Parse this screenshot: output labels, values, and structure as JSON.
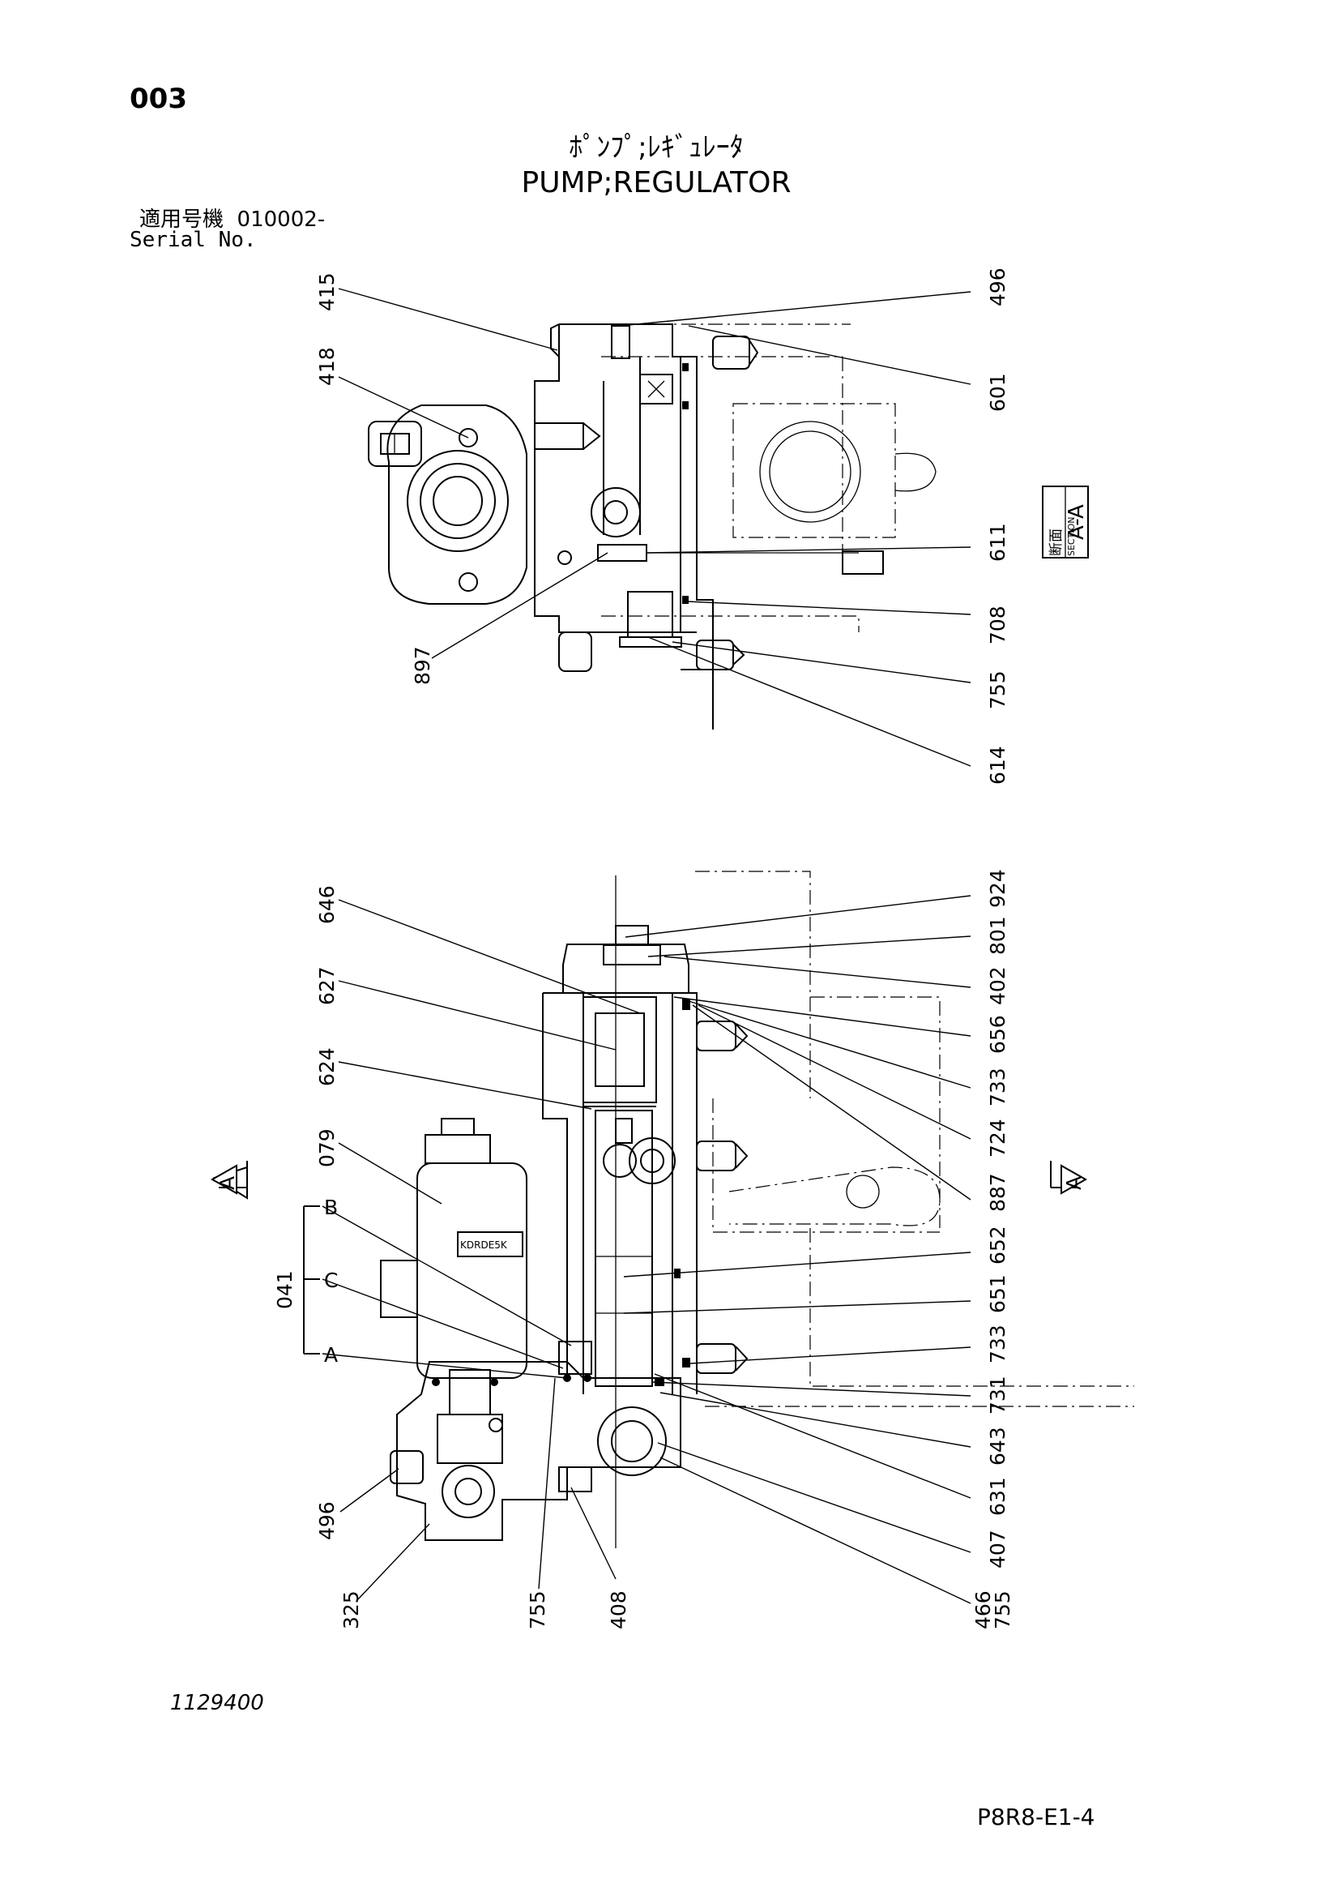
{
  "header": {
    "page_number": "003",
    "title_jp": "ﾎﾟﾝﾌﾟ;ﾚｷﾞｭﾚｰﾀ",
    "title_en": "PUMP;REGULATOR",
    "serial_label_jp": "適用号機",
    "serial_value": "010002-",
    "serial_label_en": "Serial No."
  },
  "section_tag": {
    "jp": "断面",
    "en": "SECTION",
    "id": "A-A"
  },
  "top_view": {
    "left_labels": [
      "415",
      "418",
      "897"
    ],
    "right_labels": [
      "496",
      "601",
      "611",
      "708",
      "755",
      "614"
    ]
  },
  "bottom_view": {
    "left_labels": [
      "646",
      "627",
      "624",
      "079"
    ],
    "group_label": "041",
    "group_items": [
      "B",
      "C",
      "A"
    ],
    "bottom_labels": [
      "496",
      "325",
      "755",
      "408",
      "466",
      "755"
    ],
    "right_labels": [
      "924",
      "801",
      "402",
      "656",
      "733",
      "724",
      "887",
      "652",
      "651",
      "733",
      "731",
      "643",
      "631",
      "407"
    ],
    "section_marks": [
      "A",
      "A"
    ],
    "nameplate": "KDRDE5K"
  },
  "footer": {
    "drawing_number": "1129400",
    "code": "P8R8-E1-4"
  }
}
